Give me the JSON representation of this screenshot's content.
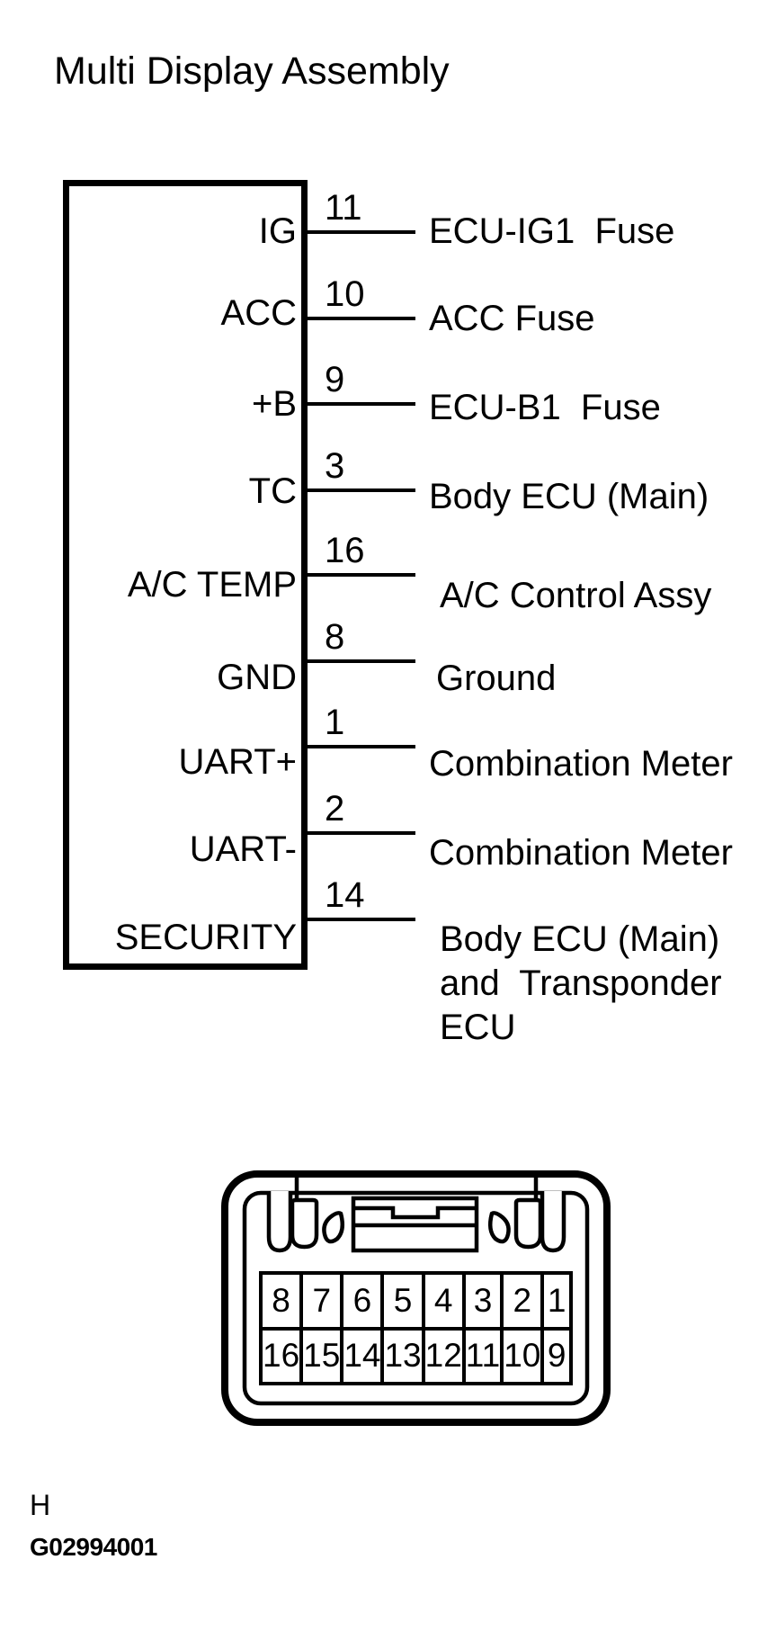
{
  "title": "Multi Display Assembly",
  "colors": {
    "ink": "#000000",
    "background": "#ffffff"
  },
  "pinout": {
    "component": "Multi Display Assembly",
    "rows": [
      {
        "signal": "IG",
        "pin": "11",
        "target": "ECU-IG1  Fuse"
      },
      {
        "signal": "ACC",
        "pin": "10",
        "target": "ACC Fuse"
      },
      {
        "signal": "+B",
        "pin": "9",
        "target": "ECU-B1  Fuse"
      },
      {
        "signal": "TC",
        "pin": "3",
        "target": "Body ECU (Main)"
      },
      {
        "signal": "A/C TEMP",
        "pin": "16",
        "target": "A/C Control Assy"
      },
      {
        "signal": "GND",
        "pin": "8",
        "target": "Ground"
      },
      {
        "signal": "UART+",
        "pin": "1",
        "target": "Combination Meter"
      },
      {
        "signal": "UART-",
        "pin": "2",
        "target": "Combination Meter"
      },
      {
        "signal": "SECURITY",
        "pin": "14",
        "target": "Body ECU (Main)\nand  Transponder\nECU"
      }
    ]
  },
  "connector": {
    "description": "16-pin connector face view",
    "pin_rows": [
      [
        "8",
        "7",
        "6",
        "5",
        "4",
        "3",
        "2",
        "1"
      ],
      [
        "16",
        "15",
        "14",
        "13",
        "12",
        "11",
        "10",
        "9"
      ]
    ]
  },
  "footer": {
    "revision": "H",
    "figure_id": "G02994001"
  }
}
